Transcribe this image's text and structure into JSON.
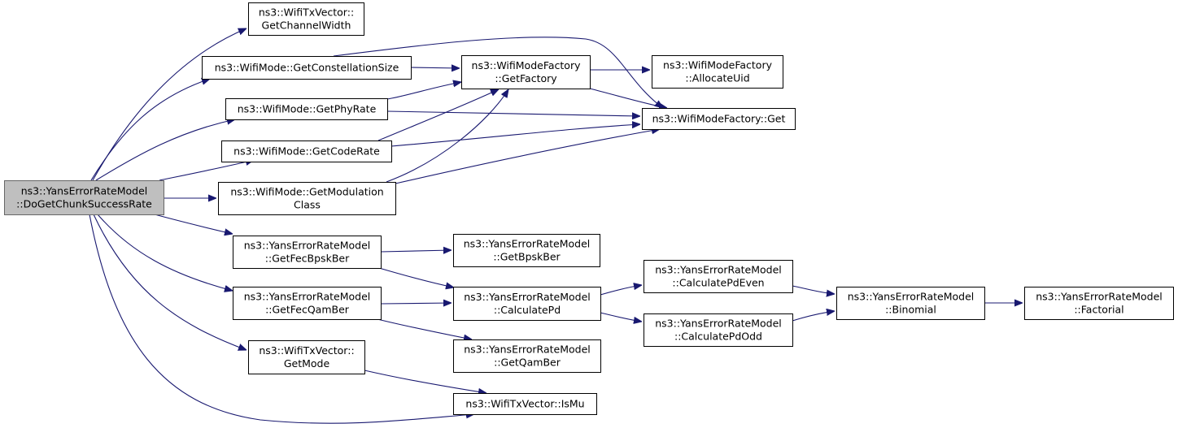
{
  "diagram": {
    "colors": {
      "edge": "#191970",
      "root_fill": "#bfbfbf",
      "node_fill": "#ffffff"
    },
    "nodes": [
      {
        "id": "root",
        "lines": [
          "ns3::YansErrorRateModel",
          "::DoGetChunkSuccessRate"
        ],
        "root": true
      },
      {
        "id": "gcw",
        "lines": [
          "ns3::WifiTxVector::",
          "GetChannelWidth"
        ]
      },
      {
        "id": "gcs",
        "lines": [
          "ns3::WifiMode::GetConstellationSize"
        ]
      },
      {
        "id": "gpr",
        "lines": [
          "ns3::WifiMode::GetPhyRate"
        ]
      },
      {
        "id": "gcr",
        "lines": [
          "ns3::WifiMode::GetCodeRate"
        ]
      },
      {
        "id": "gmc",
        "lines": [
          "ns3::WifiMode::GetModulation",
          "Class"
        ]
      },
      {
        "id": "gfb",
        "lines": [
          "ns3::YansErrorRateModel",
          "::GetFecBpskBer"
        ]
      },
      {
        "id": "gfq",
        "lines": [
          "ns3::YansErrorRateModel",
          "::GetFecQamBer"
        ]
      },
      {
        "id": "gmo",
        "lines": [
          "ns3::WifiTxVector::",
          "GetMode"
        ]
      },
      {
        "id": "ismu",
        "lines": [
          "ns3::WifiTxVector::IsMu"
        ]
      },
      {
        "id": "gfa",
        "lines": [
          "ns3::WifiModeFactory",
          "::GetFactory"
        ]
      },
      {
        "id": "alu",
        "lines": [
          "ns3::WifiModeFactory",
          "::AllocateUid"
        ]
      },
      {
        "id": "get",
        "lines": [
          "ns3::WifiModeFactory::Get"
        ]
      },
      {
        "id": "gbb",
        "lines": [
          "ns3::YansErrorRateModel",
          "::GetBpskBer"
        ]
      },
      {
        "id": "cpd",
        "lines": [
          "ns3::YansErrorRateModel",
          "::CalculatePd"
        ]
      },
      {
        "id": "gqb",
        "lines": [
          "ns3::YansErrorRateModel",
          "::GetQamBer"
        ]
      },
      {
        "id": "cpe",
        "lines": [
          "ns3::YansErrorRateModel",
          "::CalculatePdEven"
        ]
      },
      {
        "id": "cpo",
        "lines": [
          "ns3::YansErrorRateModel",
          "::CalculatePdOdd"
        ]
      },
      {
        "id": "bin",
        "lines": [
          "ns3::YansErrorRateModel",
          "::Binomial"
        ]
      },
      {
        "id": "fac",
        "lines": [
          "ns3::YansErrorRateModel",
          "::Factorial"
        ]
      }
    ],
    "edges": [
      [
        "root",
        "gcw"
      ],
      [
        "root",
        "gcs"
      ],
      [
        "root",
        "gpr"
      ],
      [
        "root",
        "gcr"
      ],
      [
        "root",
        "gmc"
      ],
      [
        "root",
        "gfb"
      ],
      [
        "root",
        "gfq"
      ],
      [
        "root",
        "gmo"
      ],
      [
        "root",
        "ismu"
      ],
      [
        "gcs",
        "gfa"
      ],
      [
        "gcs",
        "get"
      ],
      [
        "gpr",
        "gfa"
      ],
      [
        "gpr",
        "get"
      ],
      [
        "gcr",
        "gfa"
      ],
      [
        "gcr",
        "get"
      ],
      [
        "gmc",
        "gfa"
      ],
      [
        "gmc",
        "get"
      ],
      [
        "gfa",
        "alu"
      ],
      [
        "gfa",
        "get"
      ],
      [
        "gfb",
        "gbb"
      ],
      [
        "gfb",
        "cpd"
      ],
      [
        "gfq",
        "cpd"
      ],
      [
        "gfq",
        "gqb"
      ],
      [
        "cpd",
        "cpe"
      ],
      [
        "cpd",
        "cpo"
      ],
      [
        "cpe",
        "bin"
      ],
      [
        "cpo",
        "bin"
      ],
      [
        "bin",
        "fac"
      ],
      [
        "gmo",
        "ismu"
      ]
    ]
  }
}
